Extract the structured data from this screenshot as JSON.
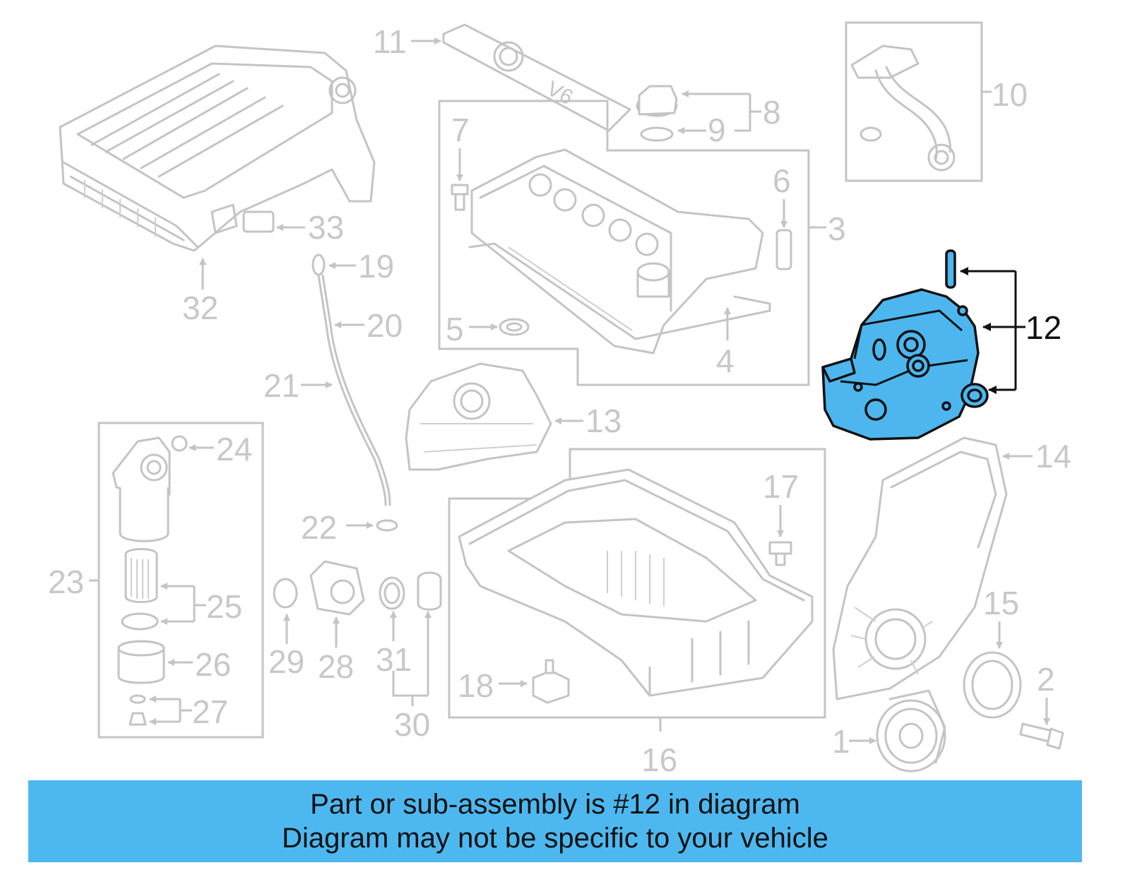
{
  "colors": {
    "highlight": "#4db6ee",
    "banner": "#4db8f0",
    "outline": "#c4c4c4",
    "label": "#c8c8c8",
    "active_label": "#111111"
  },
  "highlighted_part": "12",
  "labels": {
    "l1": "1",
    "l2": "2",
    "l3": "3",
    "l4": "4",
    "l5": "5",
    "l6": "6",
    "l7": "7",
    "l8": "8",
    "l9": "9",
    "l10": "10",
    "l11": "11",
    "l12": "12",
    "l13": "13",
    "l14": "14",
    "l15": "15",
    "l16": "16",
    "l17": "17",
    "l18": "18",
    "l19": "19",
    "l20": "20",
    "l21": "21",
    "l22": "22",
    "l23": "23",
    "l24": "24",
    "l25": "25",
    "l26": "26",
    "l27": "27",
    "l28": "28",
    "l29": "29",
    "l30": "30",
    "l31": "31",
    "l32": "32",
    "l33": "33"
  },
  "cover_emblem": "V6",
  "footer": {
    "line1": "Part or sub-assembly is #12 in diagram",
    "line2": "Diagram may not be specific to your vehicle"
  }
}
